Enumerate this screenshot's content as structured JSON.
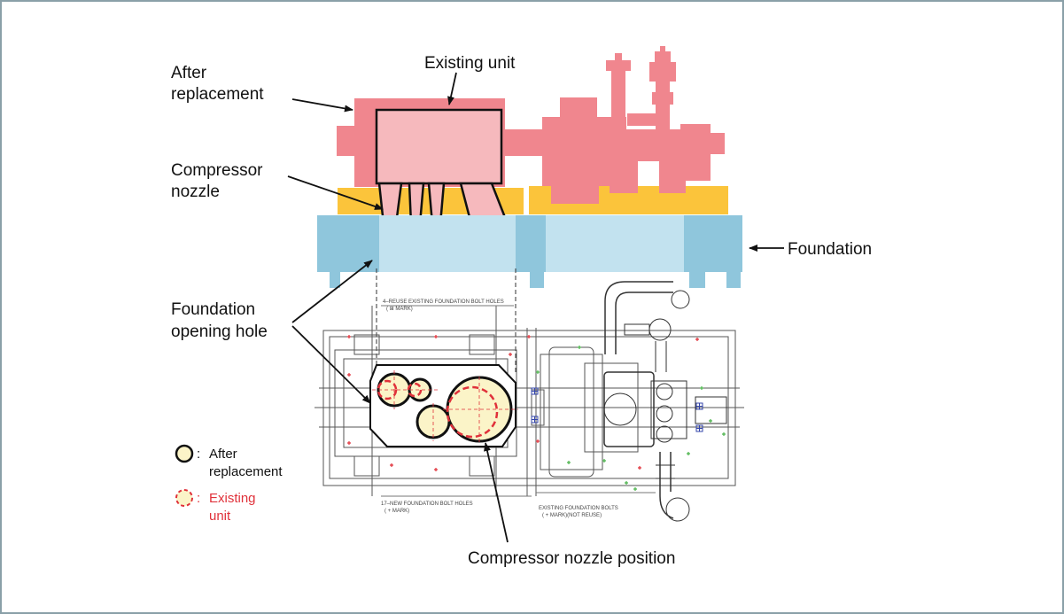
{
  "labels": {
    "after_replacement_l1": "After",
    "after_replacement_l2": "replacement",
    "existing_unit": "Existing unit",
    "compressor_nozzle_l1": "Compressor",
    "compressor_nozzle_l2": "nozzle",
    "foundation": "Foundation",
    "foundation_opening_l1": "Foundation",
    "foundation_opening_l2": "opening hole",
    "compressor_nozzle_position": "Compressor nozzle position"
  },
  "drawing_notes": {
    "reuse_bolt_holes_l1": "4–REUSE EXISTING FOUNDATION BOLT HOLES",
    "reuse_bolt_holes_l2": "( ⊞ MARK)",
    "new_bolt_holes_l1": "17–NEW FOUNDATION BOLT HOLES",
    "new_bolt_holes_l2": "( + MARK)",
    "existing_bolts_l1": "EXISTING FOUNDATION BOLTS",
    "existing_bolts_l2": "( + MARK)(NOT REUSE)"
  },
  "legend": {
    "after_label_l1": "After",
    "after_label_l2": "replacement",
    "existing_label_l1": "Existing",
    "existing_label_l2": "unit",
    "separator": ":"
  },
  "colors": {
    "after_replacement": "#f0868e",
    "existing_unit_fill": "#f6b9bd",
    "baseplate": "#fbc43b",
    "foundation_dark": "#8fc6dc",
    "foundation_light": "#c2e2ef",
    "existing_marker": "#e0313a",
    "nozzle_fill": "#fbf4c8"
  }
}
